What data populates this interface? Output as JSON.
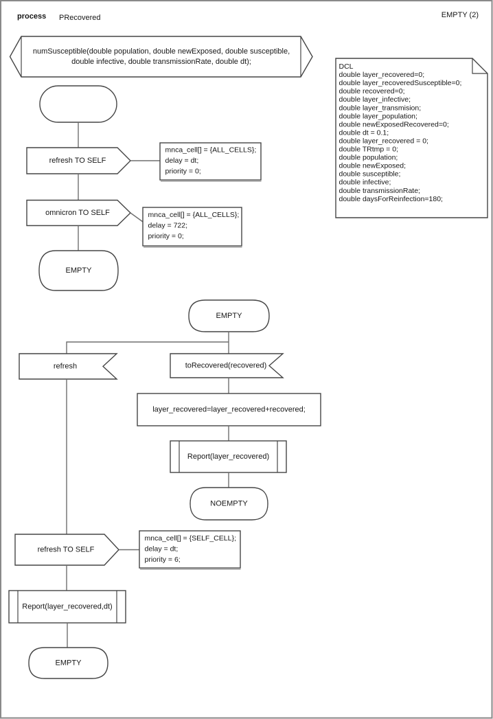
{
  "header": {
    "kind": "process",
    "name": "PRecovered",
    "page": "EMPTY (2)"
  },
  "signature": {
    "line1": "numSusceptible(double population, double newExposed, double susceptible,",
    "line2": "double infective, double transmissionRate, double dt);"
  },
  "dcl_note": {
    "lines": [
      "DCL",
      "double layer_recovered=0;",
      "double layer_recoveredSusceptible=0;",
      "double recovered=0;",
      "double layer_infective;",
      "double layer_transmision;",
      "double layer_population;",
      "double newExposedRecovered=0;",
      "double dt = 0.1;",
      "double layer_recovered = 0;",
      "double TRtmp = 0;",
      "double population;",
      "double newExposed;",
      "double susceptible;",
      "double infective;",
      "double transmissionRate;",
      "double daysForReinfection=180;"
    ]
  },
  "flow1": {
    "output_refresh": "refresh TO SELF",
    "comment_refresh": [
      "mnca_cell[] = {ALL_CELLS};",
      "delay = dt;",
      "priority = 0;"
    ],
    "output_omnicron": "omnicron TO SELF",
    "comment_omnicron": [
      "mnca_cell[] = {ALL_CELLS};",
      "delay = 722;",
      "priority = 0;"
    ],
    "state_empty": "EMPTY"
  },
  "flow2": {
    "state_empty_top": "EMPTY",
    "input_refresh": "refresh",
    "input_torecovered": "toRecovered(recovered)",
    "task_assignment": "layer_recovered=layer_recovered+recovered;",
    "call_report": "Report(layer_recovered)",
    "state_noempty": "NOEMPTY",
    "output_refresh": "refresh TO SELF",
    "comment_refresh": [
      "mnca_cell[] = {SELF_CELL};",
      "delay = dt;",
      "priority = 6;"
    ],
    "call_report_dt": "Report(layer_recovered,dt)",
    "state_empty_bottom": "EMPTY"
  },
  "colors": {
    "background": "#ffffff",
    "shape_stroke": "#454545",
    "connector": "#6e6e6e",
    "page_border": "#8a8a8a",
    "text": "#161616"
  }
}
